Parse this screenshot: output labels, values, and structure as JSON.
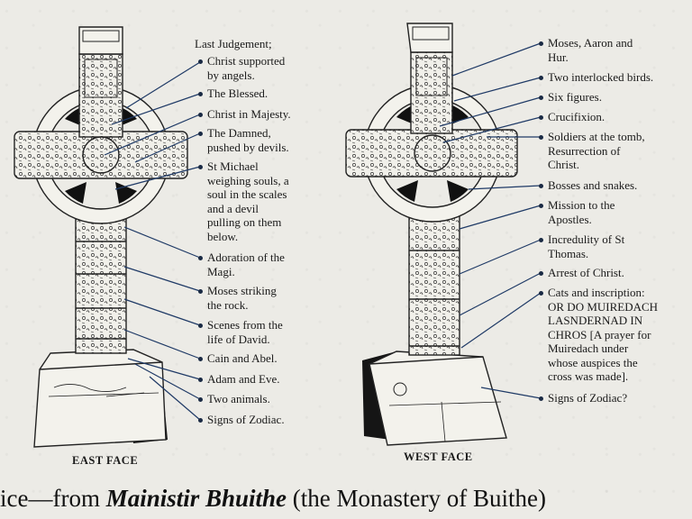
{
  "east": {
    "caption": "EAST FACE",
    "labels": [
      "Last Judgement;",
      "Christ supported\nby angels.",
      "The Blessed.",
      "Christ in Majesty.",
      "The Damned,\npushed by devils.",
      "St Michael\nweighing souls, a\nsoul in the scales\nand a devil\npulling on them\nbelow.",
      "Adoration of the\nMagi.",
      "Moses striking\nthe rock.",
      "Scenes from the\nlife of David.",
      "Cain and Abel.",
      "Adam and Eve.",
      "Two animals.",
      "Signs of Zodiac."
    ]
  },
  "west": {
    "caption": "WEST FACE",
    "labels": [
      "Moses, Aaron and\nHur.",
      "Two interlocked birds.",
      "Six figures.",
      "Crucifixion.",
      "Soldiers at the tomb,\nResurrection of\nChrist.",
      "Bosses and snakes.",
      "Mission to the\nApostles.",
      "Incredulity of St\nThomas.",
      "Arrest of Christ.",
      "Cats and inscription:\nOR DO MUIREDACH\nLASNDERNAD IN\nCHROS [A prayer for\nMuiredach under\nwhose auspices the\ncross was made].",
      "Signs of Zodiac?"
    ]
  },
  "caption": {
    "prefix": "ice—from ",
    "title": "Mainistir Bhuithe",
    "suffix": " (the Monastery of Buithe)"
  },
  "colors": {
    "ink": "#1a1a1a",
    "leader": "#1f3a66",
    "shadow": "#151515"
  }
}
